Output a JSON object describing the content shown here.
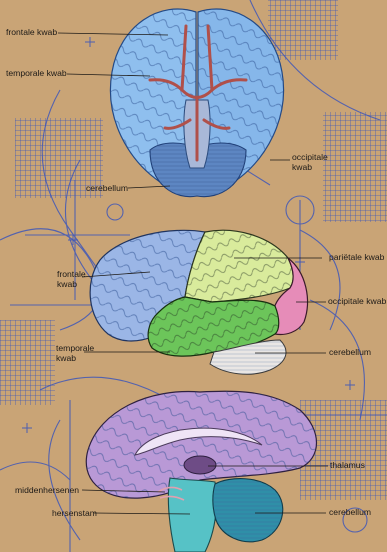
{
  "labels": {
    "frontal_top": "frontale kwab",
    "temporal_top": "temporale kwab",
    "occipital_top_1": "occipitale",
    "occipital_top_2": "kwab",
    "cerebellum_top": "cerebellum",
    "frontal_mid_1": "frontale",
    "frontal_mid_2": "kwab",
    "parietal_mid": "pariëtale kwab",
    "occipital_mid": "occipitale kwab",
    "temporal_mid_1": "temporale",
    "temporal_mid_2": "kwab",
    "cerebellum_mid": "cerebellum",
    "thalamus": "thalamus",
    "midbrain": "middenhersenen",
    "brainstem": "hersenstam",
    "cerebellum_bottom": "cerebellum"
  },
  "colors": {
    "background": "#c9a476",
    "blueprint_lines": "#3f57b8",
    "inferior_brain": "#8fbfee",
    "frontal_lobe": "#9bb6e6",
    "parietal_lobe": "#d9eb9c",
    "occipital_lobe": "#e68cb8",
    "temporal_lobe": "#6cc55a",
    "cerebellum_lateral": "#e9e6e4",
    "sagittal_cortex": "#b999d6",
    "sagittal_cerebellum": "#2f8fa8",
    "brainstem": "#56c2c6",
    "vessels": "#b0504a"
  }
}
